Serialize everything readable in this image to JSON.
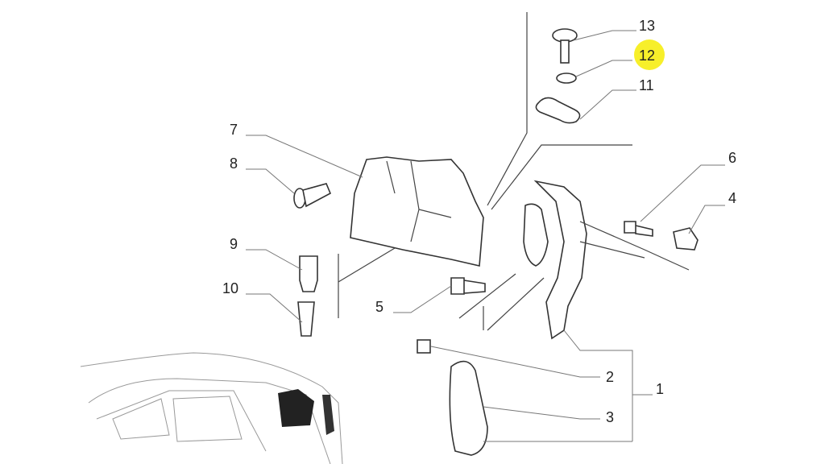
{
  "diagram": {
    "callouts": [
      {
        "id": "13",
        "label": "13",
        "highlighted": false
      },
      {
        "id": "12",
        "label": "12",
        "highlighted": true
      },
      {
        "id": "11",
        "label": "11",
        "highlighted": false
      },
      {
        "id": "7",
        "label": "7",
        "highlighted": false
      },
      {
        "id": "8",
        "label": "8",
        "highlighted": false
      },
      {
        "id": "6",
        "label": "6",
        "highlighted": false
      },
      {
        "id": "4",
        "label": "4",
        "highlighted": false
      },
      {
        "id": "9",
        "label": "9",
        "highlighted": false
      },
      {
        "id": "10",
        "label": "10",
        "highlighted": false
      },
      {
        "id": "5",
        "label": "5",
        "highlighted": false
      },
      {
        "id": "2",
        "label": "2",
        "highlighted": false
      },
      {
        "id": "1",
        "label": "1",
        "highlighted": false
      },
      {
        "id": "3",
        "label": "3",
        "highlighted": false
      }
    ],
    "highlight_color": "#f7ef2a"
  }
}
